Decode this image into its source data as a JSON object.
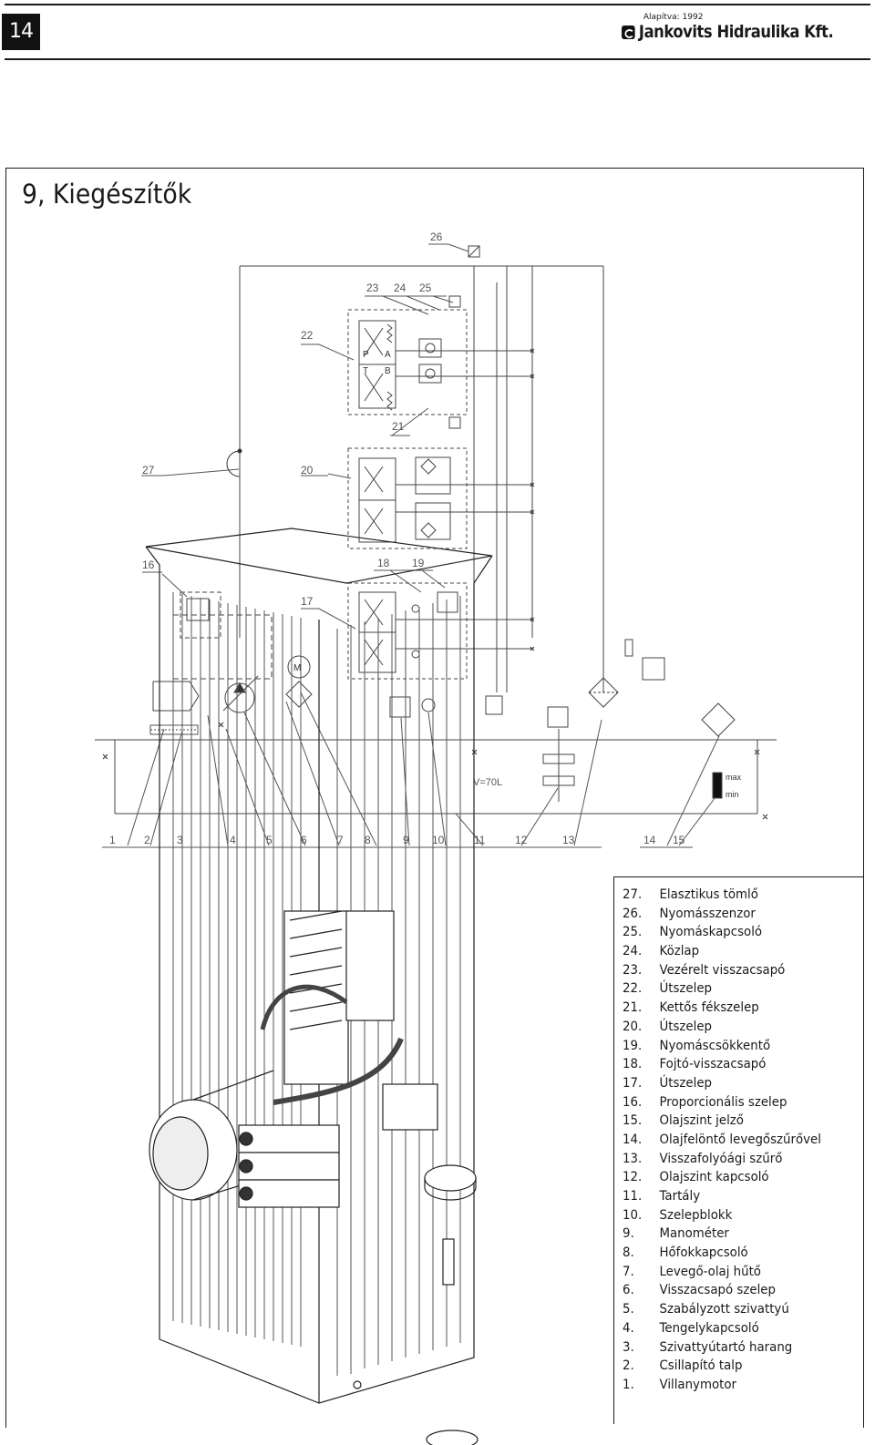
{
  "header": {
    "page_number": "14",
    "founded": "Alapítva: 1992",
    "company": "Jankovits Hidraulika Kft."
  },
  "section": {
    "title": "9, Kiegészítők"
  },
  "schematic": {
    "tank_volume": "V=70L",
    "level_max": "max",
    "level_min": "min",
    "port_p": "P",
    "port_t": "T",
    "port_a": "A",
    "port_b": "B",
    "motor_symbol": "M"
  },
  "parts": [
    {
      "num": "27.",
      "name": "Elasztikus tömlő"
    },
    {
      "num": "26.",
      "name": "Nyomásszenzor"
    },
    {
      "num": "25.",
      "name": "Nyomáskapcsoló"
    },
    {
      "num": "24.",
      "name": "Közlap"
    },
    {
      "num": "23.",
      "name": "Vezérelt visszacsapó"
    },
    {
      "num": "22.",
      "name": "Útszelep"
    },
    {
      "num": "21.",
      "name": "Kettős fékszelep"
    },
    {
      "num": "20.",
      "name": "Útszelep"
    },
    {
      "num": "19.",
      "name": "Nyomáscsökkentő"
    },
    {
      "num": "18.",
      "name": "Fojtó-visszacsapó"
    },
    {
      "num": "17.",
      "name": "Útszelep"
    },
    {
      "num": "16.",
      "name": "Proporcionális szelep"
    },
    {
      "num": "15.",
      "name": "Olajszint jelző"
    },
    {
      "num": "14.",
      "name": "Olajfelöntő levegőszűrővel"
    },
    {
      "num": "13.",
      "name": "Visszafolyóági szűrő"
    },
    {
      "num": "12.",
      "name": "Olajszint kapcsoló"
    },
    {
      "num": "11.",
      "name": "Tartály"
    },
    {
      "num": "10.",
      "name": "Szelepblokk"
    },
    {
      "num": "9.",
      "name": "Manométer"
    },
    {
      "num": "8.",
      "name": "Hőfokkapcsoló"
    },
    {
      "num": "7.",
      "name": "Levegő-olaj hűtő"
    },
    {
      "num": "6.",
      "name": "Visszacsapó szelep"
    },
    {
      "num": "5.",
      "name": "Szabályzott szivattyú"
    },
    {
      "num": "4.",
      "name": "Tengelykapcsoló"
    },
    {
      "num": "3.",
      "name": "Szivattyútartó harang"
    },
    {
      "num": "2.",
      "name": "Csillapító talp"
    },
    {
      "num": "1.",
      "name": "Villanymotor"
    }
  ],
  "callouts": [
    "1",
    "2",
    "3",
    "4",
    "5",
    "6",
    "7",
    "8",
    "9",
    "10",
    "11",
    "12",
    "13",
    "14",
    "15",
    "16",
    "17",
    "18",
    "19",
    "20",
    "21",
    "22",
    "23",
    "24",
    "25",
    "26",
    "27"
  ]
}
